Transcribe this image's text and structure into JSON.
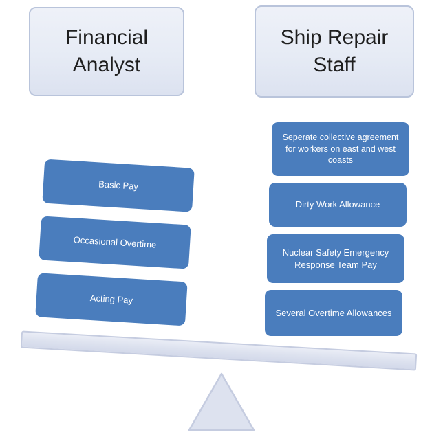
{
  "balance": {
    "left_header": "Financial Analyst",
    "right_header": "Ship Repair Staff",
    "left_items": [
      "Basic Pay",
      "Occasional Overtime",
      "Acting Pay"
    ],
    "right_items": [
      "Seperate collective agreement for workers on east and west coasts",
      "Dirty Work Allowance",
      "Nuclear Safety Emergency Response Team Pay",
      "Several Overtime Allowances"
    ],
    "colors": {
      "item_fill": "#4a7dbd",
      "item_text": "#ffffff",
      "panel_fill": "#e6ebf5",
      "panel_border": "#b9c4db",
      "beam_fill": "#dde2ef",
      "beam_border": "#c5cce0"
    }
  }
}
